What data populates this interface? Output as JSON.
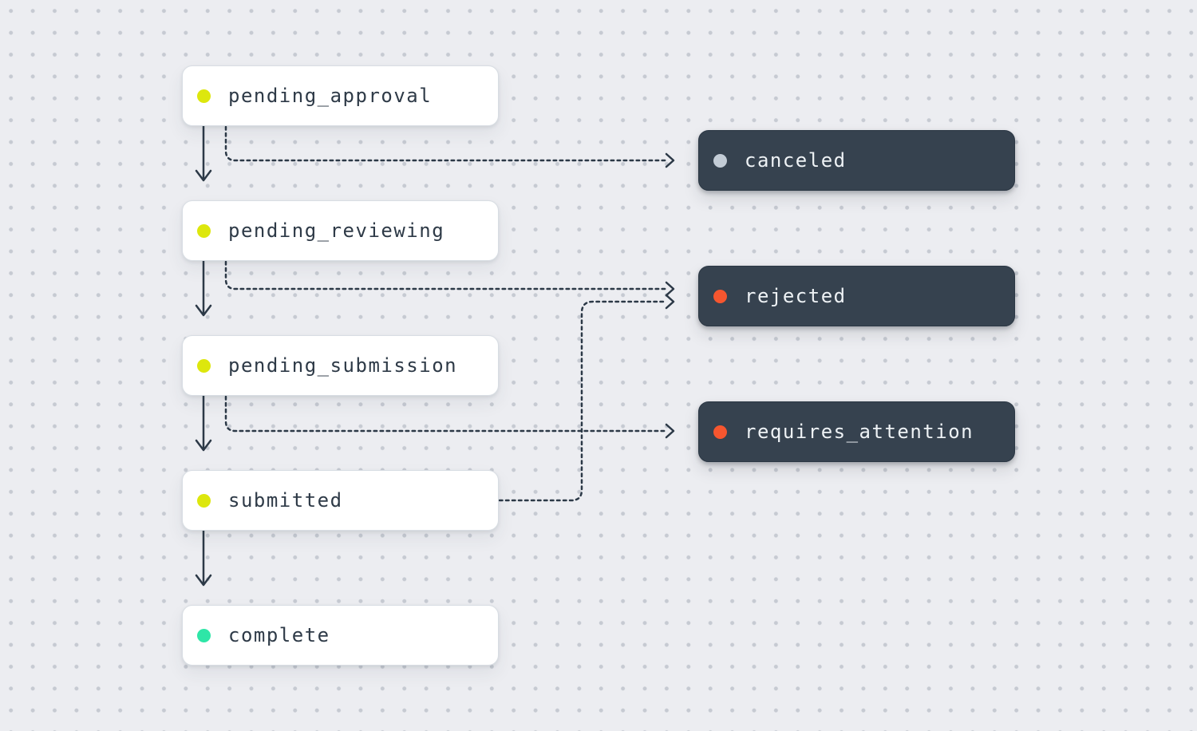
{
  "diagram": {
    "title_hint": "workflow state transition diagram",
    "flow_states": [
      {
        "id": "pending_approval",
        "label": "pending_approval",
        "status_color": "#dde70d"
      },
      {
        "id": "pending_reviewing",
        "label": "pending_reviewing",
        "status_color": "#dde70d"
      },
      {
        "id": "pending_submission",
        "label": "pending_submission",
        "status_color": "#dde70d"
      },
      {
        "id": "submitted",
        "label": "submitted",
        "status_color": "#dde70d"
      },
      {
        "id": "complete",
        "label": "complete",
        "status_color": "#2ee6a7"
      }
    ],
    "terminal_states": [
      {
        "id": "canceled",
        "label": "canceled",
        "status_color": "#c3ccd6"
      },
      {
        "id": "rejected",
        "label": "rejected",
        "status_color": "#f6562f"
      },
      {
        "id": "requires_attention",
        "label": "requires_attention",
        "status_color": "#f6562f"
      }
    ],
    "transitions": [
      {
        "from": "pending_approval",
        "to": "pending_reviewing",
        "style": "solid"
      },
      {
        "from": "pending_approval",
        "to": "canceled",
        "style": "dashed"
      },
      {
        "from": "pending_reviewing",
        "to": "pending_submission",
        "style": "solid"
      },
      {
        "from": "pending_reviewing",
        "to": "rejected",
        "style": "dashed"
      },
      {
        "from": "pending_submission",
        "to": "submitted",
        "style": "solid"
      },
      {
        "from": "pending_submission",
        "to": "requires_attention",
        "style": "dashed"
      },
      {
        "from": "submitted",
        "to": "complete",
        "style": "solid"
      },
      {
        "from": "submitted",
        "to": "rejected",
        "style": "dashed"
      }
    ],
    "colors": {
      "canvas_background": "#ecedf1",
      "grid_dot": "#c6cad2",
      "arrow": "#2c3947",
      "flow_card_background": "#ffffff",
      "flow_card_text": "#2e3a47",
      "terminal_card_background": "#36424f",
      "terminal_card_text": "#eef2f5"
    }
  }
}
